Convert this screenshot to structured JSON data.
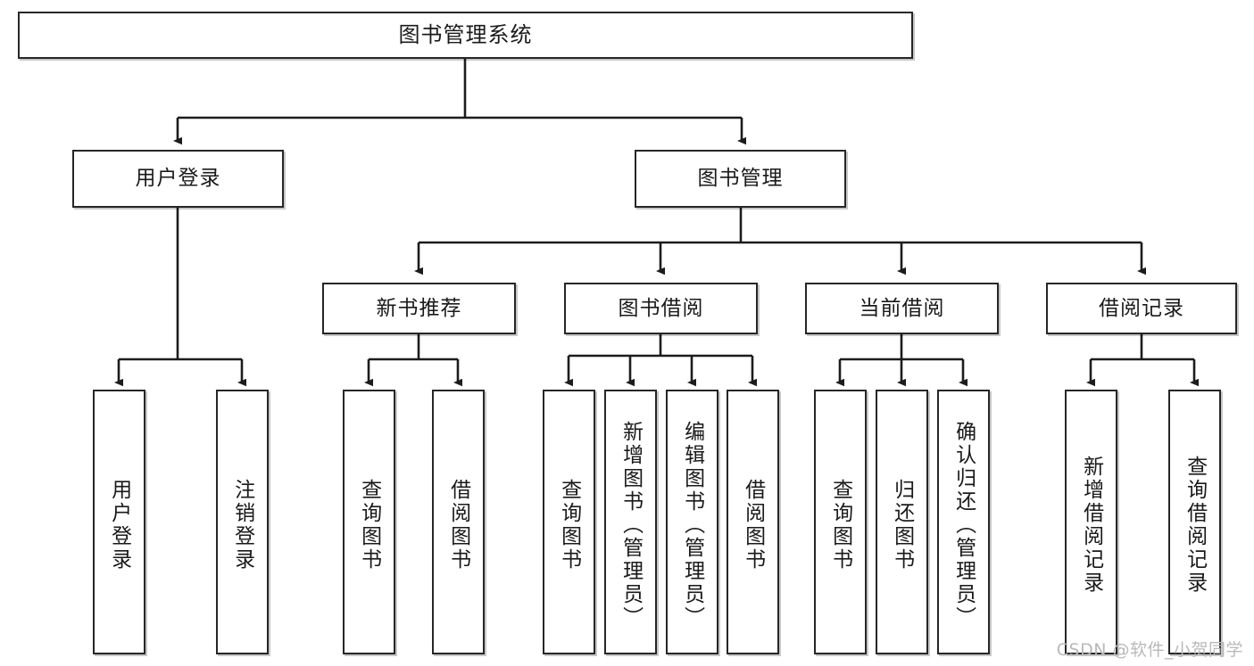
{
  "diagram": {
    "title": "图书管理系统",
    "watermark": "CSDN @软件_小贺同学",
    "colors": {
      "box_border": "#262626",
      "box_fill": "#ffffff",
      "line": "#1c1c1c",
      "watermark": "#b9b9b9"
    },
    "levels": {
      "root": {
        "label": "图书管理系统"
      },
      "level2": [
        {
          "label": "用户登录"
        },
        {
          "label": "图书管理"
        }
      ],
      "level3": [
        {
          "label": "新书推荐"
        },
        {
          "label": "图书借阅"
        },
        {
          "label": "当前借阅"
        },
        {
          "label": "借阅记录"
        }
      ],
      "leaves": {
        "user_login": [
          {
            "label": "用户登录"
          },
          {
            "label": "注销登录"
          }
        ],
        "new_book": [
          {
            "label": "查询图书"
          },
          {
            "label": "借阅图书"
          }
        ],
        "book_borrow": [
          {
            "label": "查询图书"
          },
          {
            "label": "新增图书（管理员）"
          },
          {
            "label": "编辑图书（管理员）"
          },
          {
            "label": "借阅图书"
          }
        ],
        "current_borrow": [
          {
            "label": "查询图书"
          },
          {
            "label": "归还图书"
          },
          {
            "label": "确认归还（管理员）"
          }
        ],
        "borrow_record": [
          {
            "label": "新增借阅记录"
          },
          {
            "label": "查询借阅记录"
          }
        ]
      }
    }
  }
}
